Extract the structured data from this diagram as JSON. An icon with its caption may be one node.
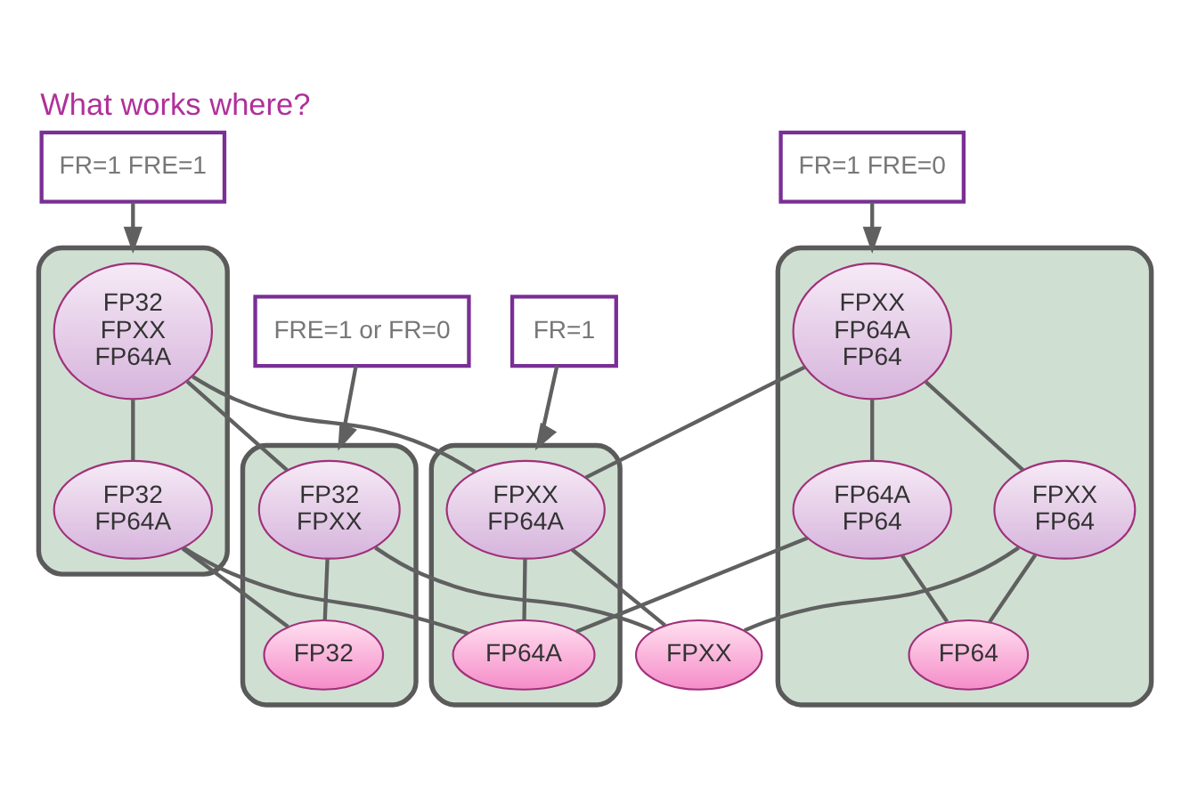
{
  "diagram": {
    "title": "What works where?",
    "nodes": [
      {
        "text": [
          "FR=1 FRE=1"
        ]
      },
      {
        "text": [
          "FR=1 FRE=0"
        ]
      },
      {
        "text": [],
        "shape": "ellipse"
      },
      {
        "text": [
          "FP32 FPXX FP64A"
        ],
        "in": 2
      },
      {
        "text": [
          "FP32 FP64A"
        ],
        "in": 2
      },
      {
        "text": [
          "FRE=1 or FR=0"
        ]
      },
      {
        "text": [
          "FR=1"
        ]
      },
      {
        "text": [],
        "shape": "ellipse"
      },
      {
        "text": [
          "FPXX FP64A FP64"
        ],
        "in": 7
      },
      {
        "text": [
          "FPXX FP64"
        ],
        "in": 7
      },
      {
        "text": [
          "FP64A FP64"
        ],
        "in": 7
      },
      {
        "text": [],
        "shape": "ellipse"
      },
      {
        "text": [
          "FP32 FPXX"
        ],
        "in": 11
      },
      {
        "text": [
          "FP32"
        ],
        "in": 11
      },
      {
        "text": [],
        "shape": "ellipse"
      },
      {
        "text": [
          "FPXX FP64A"
        ],
        "in": 14
      },
      {
        "text": [
          "FP64A"
        ],
        "in": 14
      },
      {
        "text": [
          "FPXX"
        ]
      },
      {
        "text": [
          "FP64"
        ],
        "in": 7
      }
    ],
    "edges": [
      {
        "from": 0,
        "to": 2,
        "arrow": "to"
      },
      {
        "from": 1,
        "to": 7,
        "arrow": "to"
      },
      {
        "from": 5,
        "to": 11,
        "arrow": "to"
      },
      {
        "from": 6,
        "to": 14,
        "arrow": "to"
      },
      {
        "from": 3,
        "to": 12,
        "arrow": "none"
      },
      {
        "from": 3,
        "to": 4,
        "arrow": "none"
      },
      {
        "from": 3,
        "to": 15,
        "arrow": "none"
      },
      {
        "from": 8,
        "to": 15,
        "arrow": "none"
      },
      {
        "from": 8,
        "to": 9,
        "arrow": "none"
      },
      {
        "from": 8,
        "to": 10,
        "arrow": "none"
      },
      {
        "from": 12,
        "to": 13,
        "arrow": "none"
      },
      {
        "from": 12,
        "to": 17,
        "arrow": "none"
      },
      {
        "from": 4,
        "to": 13,
        "arrow": "none"
      },
      {
        "from": 4,
        "to": 16,
        "arrow": "none"
      },
      {
        "from": 15,
        "to": 17,
        "arrow": "none"
      },
      {
        "from": 15,
        "to": 16,
        "arrow": "none"
      },
      {
        "from": 9,
        "to": 17,
        "arrow": "none"
      },
      {
        "from": 9,
        "to": 18,
        "arrow": "none"
      },
      {
        "from": 10,
        "to": 16,
        "arrow": "none"
      },
      {
        "from": 10,
        "to": 18,
        "arrow": "none"
      }
    ]
  }
}
